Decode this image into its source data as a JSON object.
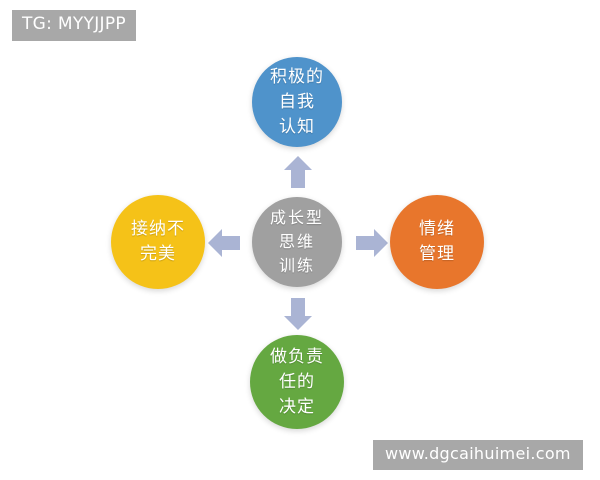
{
  "watermarks": {
    "top": "TG: MYYJJPP",
    "bottom": "www.dgcaihuimei.com"
  },
  "diagram": {
    "title": "成长型思维训练",
    "center": {
      "id": "center",
      "label": "成长型思维训练",
      "lines": [
        "成长型",
        "思维",
        "训练"
      ],
      "color": "#a0a0a0"
    },
    "nodes": [
      {
        "id": "top",
        "label": "积极的自我认知",
        "lines": [
          "积极的",
          "自我",
          "认知"
        ],
        "color": "#4f93cb",
        "position": "top",
        "arrow": "arrow-up-icon"
      },
      {
        "id": "right",
        "label": "情绪管理",
        "lines": [
          "情绪",
          "管理"
        ],
        "color": "#e8762c",
        "position": "right",
        "arrow": "arrow-right-icon"
      },
      {
        "id": "bottom",
        "label": "做负责任的决定",
        "lines": [
          "做负责",
          "任的",
          "决定"
        ],
        "color": "#65a841",
        "position": "bottom",
        "arrow": "arrow-down-icon"
      },
      {
        "id": "left",
        "label": "接纳不完美",
        "lines": [
          "接纳不",
          "完美"
        ],
        "color": "#f5c218",
        "position": "left",
        "arrow": "arrow-left-icon"
      }
    ],
    "arrow_color": "#aab4d4",
    "background": "#ffffff"
  }
}
